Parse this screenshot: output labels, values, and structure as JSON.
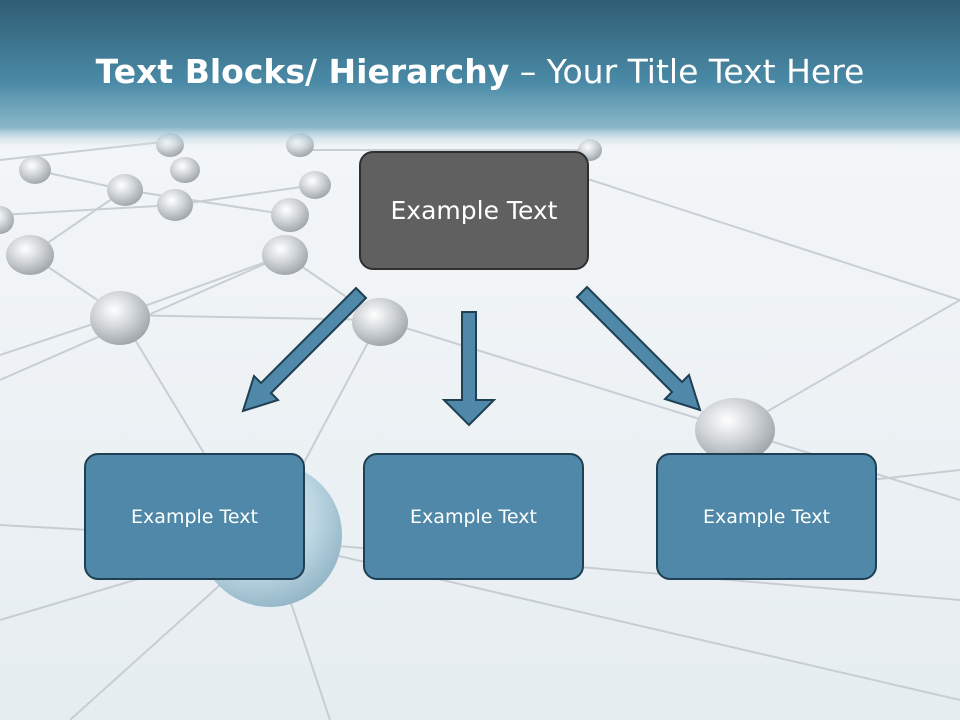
{
  "title": {
    "bold": "Text Blocks/ Hierarchy",
    "rest": " – Your Title Text Here"
  },
  "top_box": {
    "label": "Example Text"
  },
  "children": [
    {
      "label": "Example Text"
    },
    {
      "label": "Example Text"
    },
    {
      "label": "Example Text"
    }
  ],
  "colors": {
    "header_dark": "#2f5d74",
    "header_light": "#5a93ad",
    "top_box": "#606060",
    "child_box": "#4f88a8",
    "arrow": "#4f88a8"
  }
}
